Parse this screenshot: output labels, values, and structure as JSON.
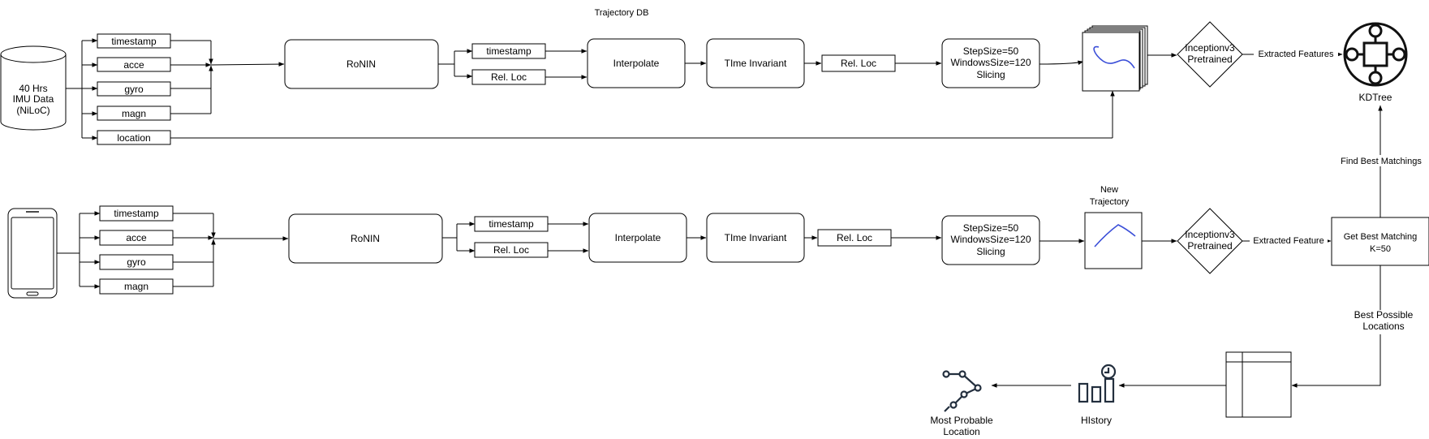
{
  "top": {
    "title": "Trajectory DB",
    "source": {
      "line1": "40 Hrs",
      "line2": "IMU Data",
      "line3": "(NiLoC)"
    },
    "inputs": [
      "timestamp",
      "acce",
      "gyro",
      "magn",
      "location"
    ],
    "ronin": "RoNIN",
    "outputs": [
      "timestamp",
      "Rel. Loc"
    ],
    "interpolate": "Interpolate",
    "time_invariant": "TIme Invariant",
    "rel_loc": "Rel. Loc",
    "slicing": {
      "line1": "StepSize=50",
      "line2": "WindowsSize=120",
      "line3": "Slicing"
    },
    "inception": {
      "line1": "Inceptionv3",
      "line2": "Pretrained"
    },
    "edge_extracted": "Extracted Features",
    "kdtree": "KDTree"
  },
  "bottom": {
    "inputs": [
      "timestamp",
      "acce",
      "gyro",
      "magn"
    ],
    "ronin": "RoNIN",
    "outputs": [
      "timestamp",
      "Rel. Loc"
    ],
    "interpolate": "Interpolate",
    "time_invariant": "TIme Invariant",
    "rel_loc": "Rel. Loc",
    "slicing": {
      "line1": "StepSize=50",
      "line2": "WindowsSize=120",
      "line3": "Slicing"
    },
    "new_trajectory": {
      "line1": "New",
      "line2": "Trajectory"
    },
    "inception": {
      "line1": "Inceptionv3",
      "line2": "Pretrained"
    },
    "edge_extracted": "Extracted Feature",
    "best_matching": {
      "line1": "Get Best Matching",
      "line2": "K=50"
    },
    "edge_find": "Find Best Matchings",
    "edge_locations": {
      "line1": "Best Possible",
      "line2": "Locations"
    },
    "history": "HIstory",
    "most_probable": {
      "line1": "Most Probable",
      "line2": "Location"
    }
  },
  "colors": {
    "trajectory_stroke": "#3b4fd8",
    "icon_dark": "#232f3e"
  }
}
